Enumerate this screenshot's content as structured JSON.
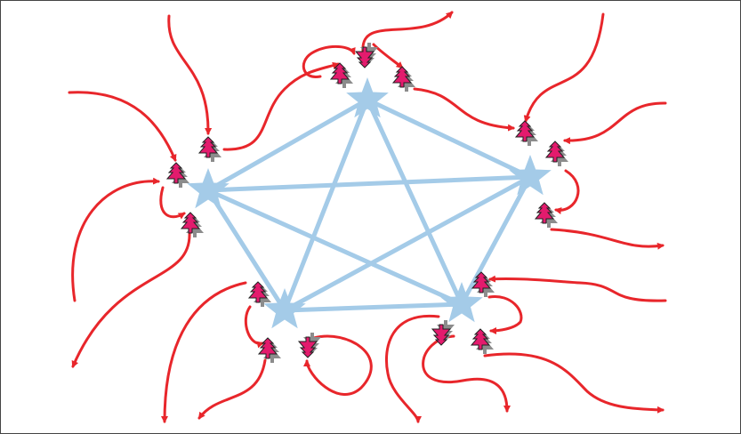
{
  "diagram": {
    "colors": {
      "edge": "#a4cbe8",
      "hub": "#a4cbe8",
      "arrow": "#e8262b",
      "tree_fill": "#e31b6d",
      "tree_stroke": "#222222",
      "tree_shadow": "#8c8c8c",
      "frame": "#444444"
    },
    "hub_icon": "star-icon",
    "leaf_icon": "tree-icon",
    "hubs": [
      {
        "id": "top"
      },
      {
        "id": "left"
      },
      {
        "id": "right"
      },
      {
        "id": "bottom-left"
      },
      {
        "id": "bottom-right"
      }
    ],
    "hub_links": [
      [
        "top",
        "left"
      ],
      [
        "top",
        "right"
      ],
      [
        "top",
        "bottom-left"
      ],
      [
        "top",
        "bottom-right"
      ],
      [
        "left",
        "right"
      ],
      [
        "left",
        "bottom-left"
      ],
      [
        "left",
        "bottom-right"
      ],
      [
        "right",
        "bottom-left"
      ],
      [
        "right",
        "bottom-right"
      ],
      [
        "bottom-left",
        "bottom-right"
      ]
    ],
    "nodes": [
      {
        "hub": "top",
        "icon": "tree-icon"
      },
      {
        "hub": "top",
        "icon": "tree-icon"
      },
      {
        "hub": "top",
        "icon": "tree-icon"
      },
      {
        "hub": "left",
        "icon": "tree-icon"
      },
      {
        "hub": "left",
        "icon": "tree-icon"
      },
      {
        "hub": "left",
        "icon": "tree-icon"
      },
      {
        "hub": "right",
        "icon": "tree-icon"
      },
      {
        "hub": "right",
        "icon": "tree-icon"
      },
      {
        "hub": "right",
        "icon": "tree-icon"
      },
      {
        "hub": "bottom-left",
        "icon": "tree-icon"
      },
      {
        "hub": "bottom-left",
        "icon": "tree-icon"
      },
      {
        "hub": "bottom-left",
        "icon": "tree-icon"
      },
      {
        "hub": "bottom-right",
        "icon": "tree-icon"
      },
      {
        "hub": "bottom-right",
        "icon": "tree-icon"
      },
      {
        "hub": "bottom-right",
        "icon": "tree-icon"
      }
    ]
  }
}
